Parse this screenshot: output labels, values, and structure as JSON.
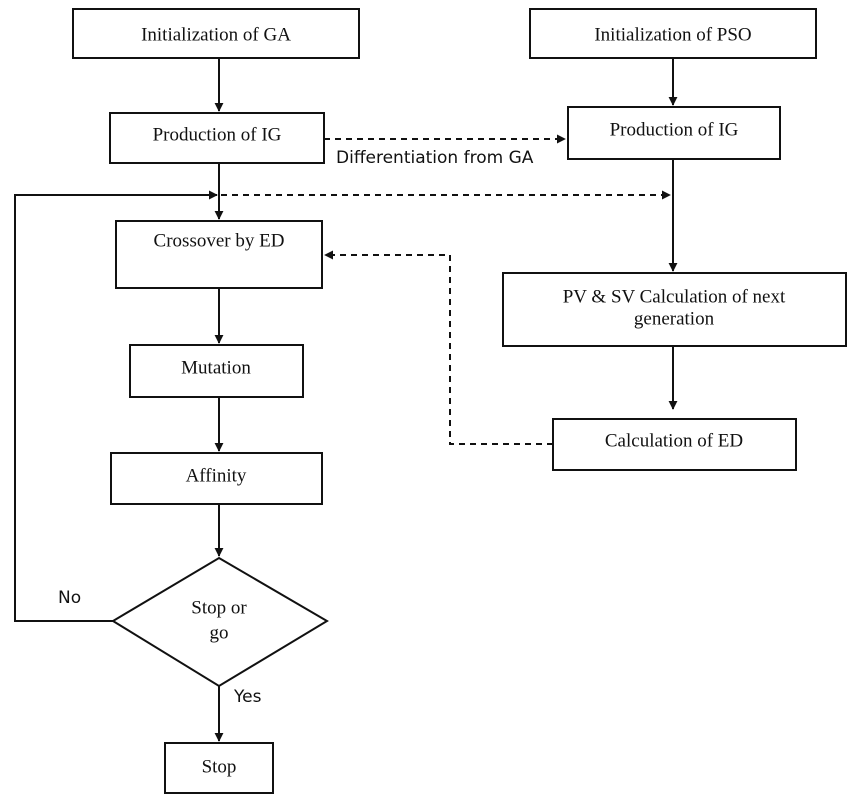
{
  "nodes": {
    "init_ga": "Initialization of GA",
    "init_pso": "Initialization of PSO",
    "prod_ig_ga": "Production of IG",
    "prod_ig_pso": "Production of IG",
    "crossover": "Crossover by ED",
    "pv_sv_line1": "PV & SV Calculation of next",
    "pv_sv_line2": "generation",
    "mutation": "Mutation",
    "calc_ed": "Calculation of ED",
    "affinity": "Affinity",
    "decision_line1": "Stop or",
    "decision_line2": "go",
    "stop": "Stop"
  },
  "edge_labels": {
    "differentiation": "Differentiation from GA",
    "no": "No",
    "yes": "Yes"
  }
}
